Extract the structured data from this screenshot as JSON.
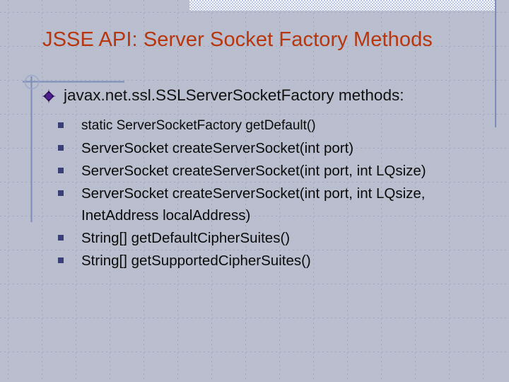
{
  "slide": {
    "title": "JSSE API: Server Socket Factory Methods",
    "title_color": "#b7360d",
    "accent_color": "#7b8cb8",
    "bullet_diamond_color": "#4b1f8c",
    "bullet_square_color": "#3b3f77",
    "heading": {
      "bullet_icon": "diamond-bullet-icon",
      "text": "javax.net.ssl.SSLServerSocketFactory methods:"
    },
    "methods": [
      {
        "bullet_icon": "square-bullet-icon",
        "text": "static ServerSocketFactory getDefault()"
      },
      {
        "bullet_icon": "square-bullet-icon",
        "text": "ServerSocket createServerSocket(int port)"
      },
      {
        "bullet_icon": "square-bullet-icon",
        "text": "ServerSocket createServerSocket(int port, int LQsize)"
      },
      {
        "bullet_icon": "square-bullet-icon",
        "text": "ServerSocket createServerSocket(int port, int LQsize, InetAddress localAddress)"
      },
      {
        "bullet_icon": "square-bullet-icon",
        "text": "String[] getDefaultCipherSuites()"
      },
      {
        "bullet_icon": "square-bullet-icon",
        "text": "String[] getSupportedCipherSuites()"
      }
    ]
  }
}
